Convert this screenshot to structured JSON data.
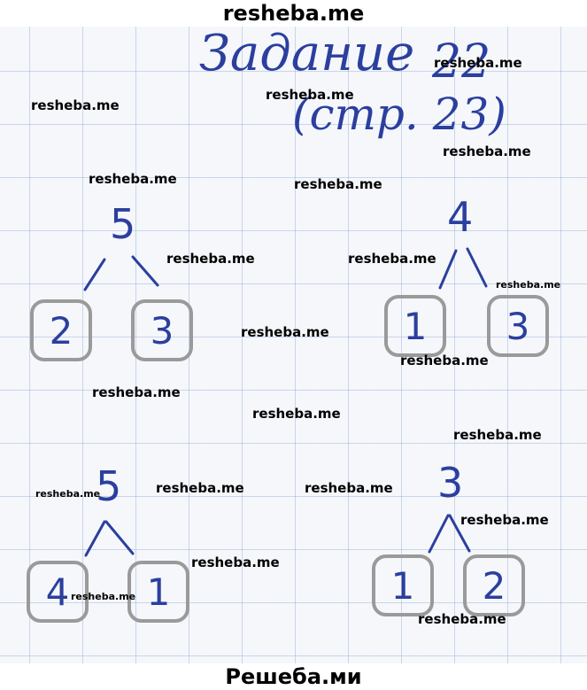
{
  "header": {
    "brand": "resheba.me"
  },
  "footer": {
    "brand": "Решеба.ми"
  },
  "task": {
    "title": "Задание",
    "number": "22",
    "page": "(стр. 23)"
  },
  "trees": [
    {
      "top": "5",
      "left": "2",
      "right": "3"
    },
    {
      "top": "4",
      "left": "1",
      "right": "3"
    },
    {
      "top": "5",
      "left": "4",
      "right": "1"
    },
    {
      "top": "3",
      "left": "1",
      "right": "2"
    }
  ],
  "watermark": "resheba.me",
  "colors": {
    "ink": "#2b3f9e",
    "box_border": "#9a9a9a",
    "grid": "#a9bbd8"
  }
}
